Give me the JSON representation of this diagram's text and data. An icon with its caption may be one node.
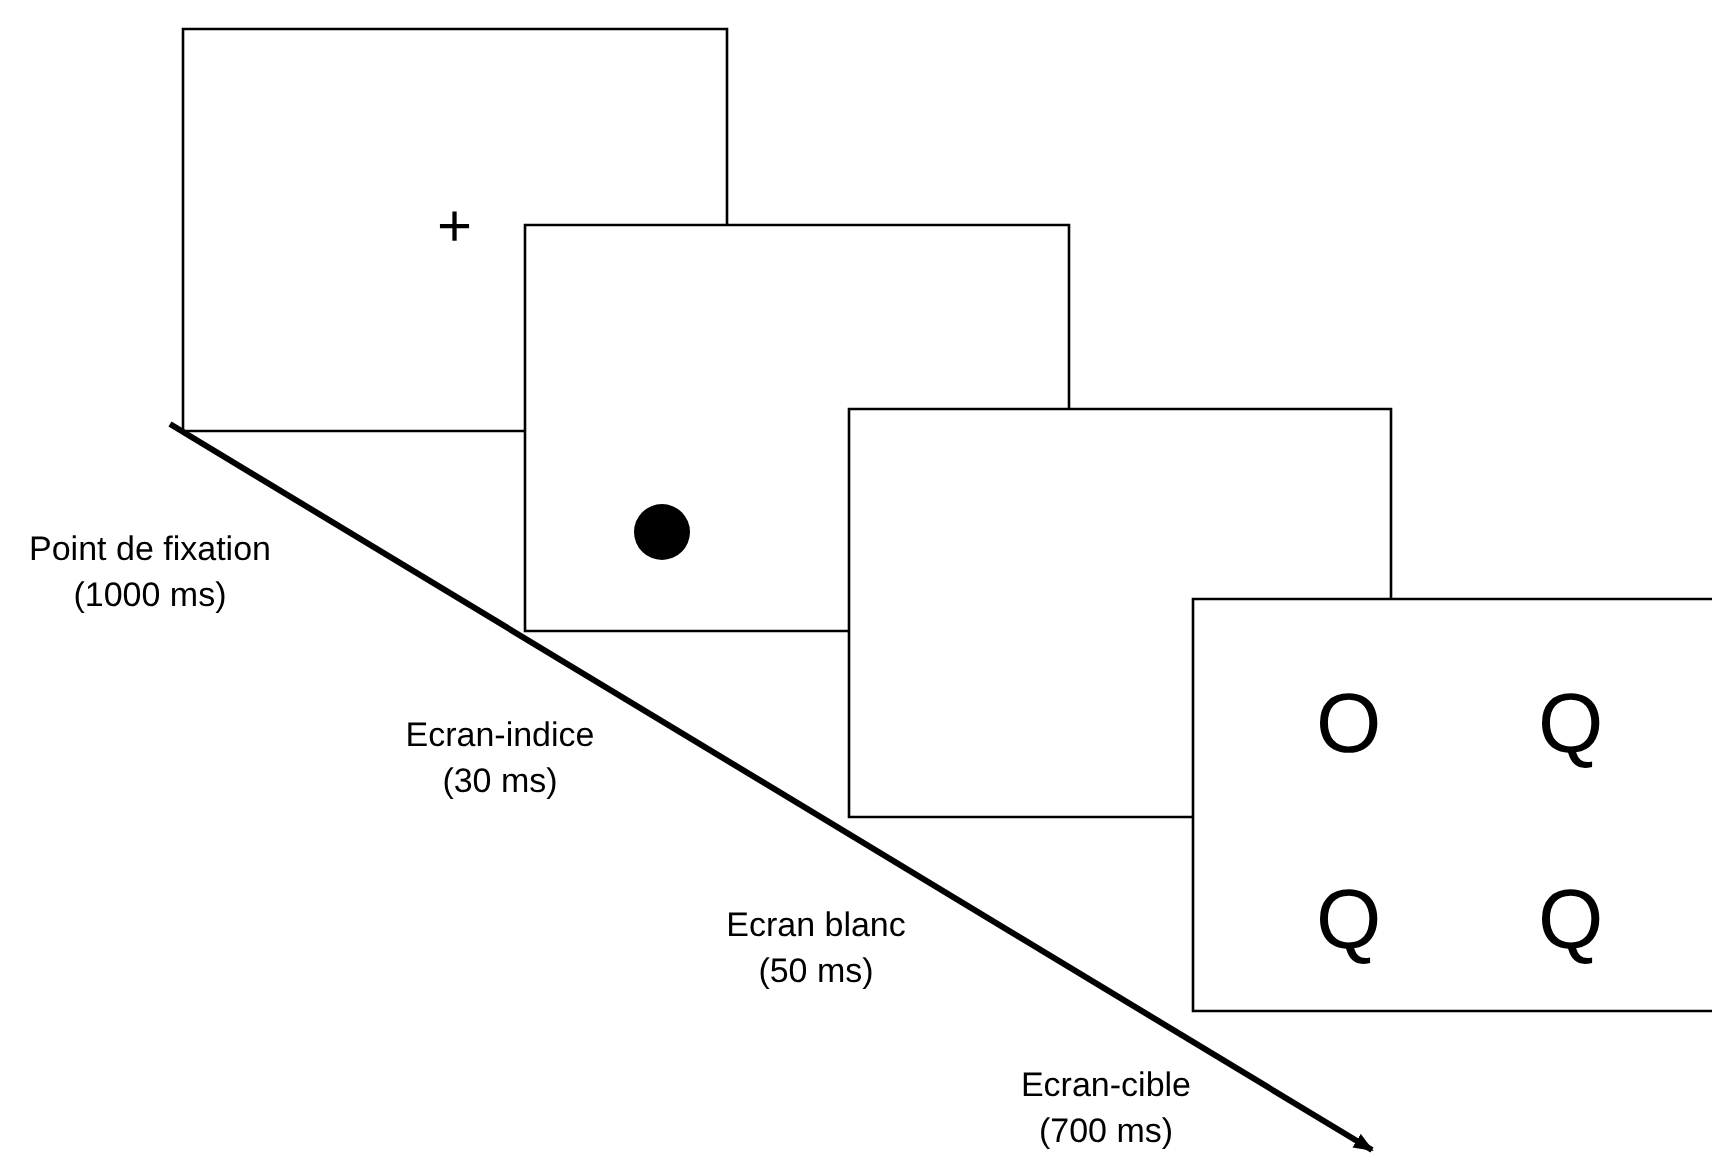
{
  "diagram": {
    "nodes": [
      {
        "text": [
          "+"
        ],
        "beside": [
          "Point de fixation (1000 ms)"
        ]
      },
      {
        "text": [],
        "shape": "box",
        "beside": [
          "Ecran-indice (30 ms)"
        ]
      },
      {
        "text": [],
        "shape": "box",
        "beside": [
          "Ecran blanc (50 ms)"
        ]
      },
      {
        "text": [
          "O",
          "Q",
          "Q",
          "Q"
        ],
        "beside": [
          "Ecran-cible (700 ms)"
        ]
      }
    ]
  }
}
